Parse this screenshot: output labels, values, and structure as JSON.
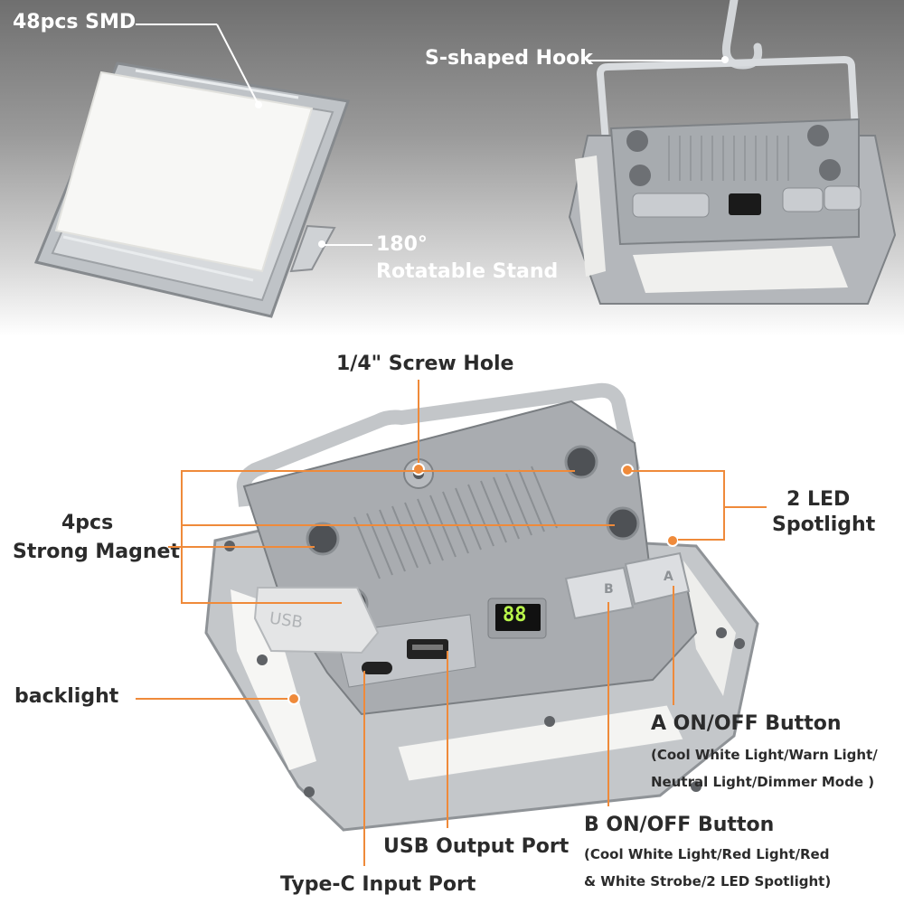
{
  "labels": {
    "smd": "48pcs SMD",
    "hook": "S-shaped Hook",
    "stand_line1": "180°",
    "stand_line2": "Rotatable Stand",
    "screw_hole": "1/4\" Screw Hole",
    "spotlight_line1": "2 LED",
    "spotlight_line2": "Spotlight",
    "magnet_line1": "4pcs",
    "magnet_line2": "Strong Magnet",
    "backlight": "backlight",
    "button_a_title": "A ON/OFF Button",
    "button_a_desc1": "(Cool White Light/Warn Light/",
    "button_a_desc2": "Neutral Light/Dimmer Mode )",
    "button_b_title": "B ON/OFF Button",
    "button_b_desc1": "(Cool White Light/Red Light/Red",
    "button_b_desc2": "& White Strobe/2 LED Spotlight)",
    "usb_port": "USB Output Port",
    "typec_port": "Type-C Input Port"
  },
  "device": {
    "cover_text": "USB",
    "display_readout": "88",
    "button_a_letter": "A",
    "button_b_letter": "B"
  },
  "colors": {
    "accent": "#ef8a3a",
    "body_silver": "#a9acb0",
    "display_green": "#b8f54a"
  }
}
